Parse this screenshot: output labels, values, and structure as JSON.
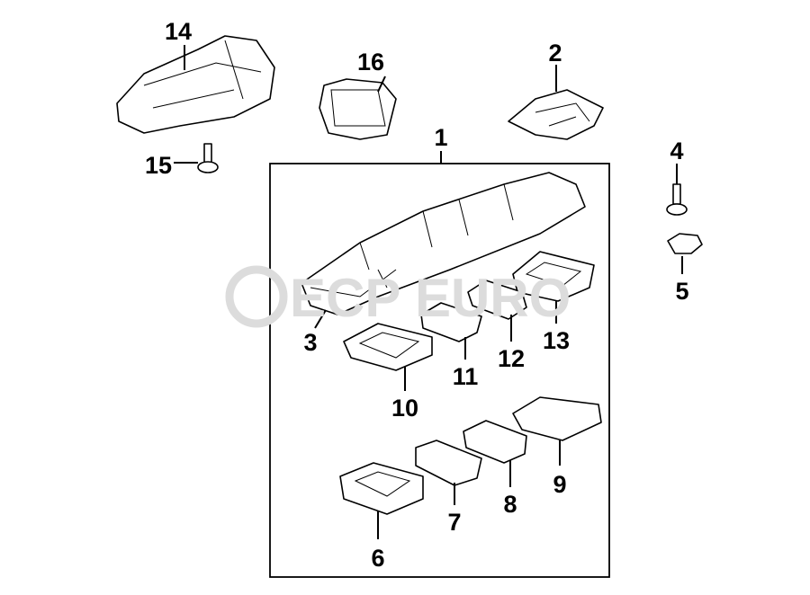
{
  "diagram": {
    "watermark": "ECP EURO",
    "callouts": [
      "1",
      "2",
      "3",
      "4",
      "5",
      "6",
      "7",
      "8",
      "9",
      "10",
      "11",
      "12",
      "13",
      "14",
      "15",
      "16"
    ]
  }
}
